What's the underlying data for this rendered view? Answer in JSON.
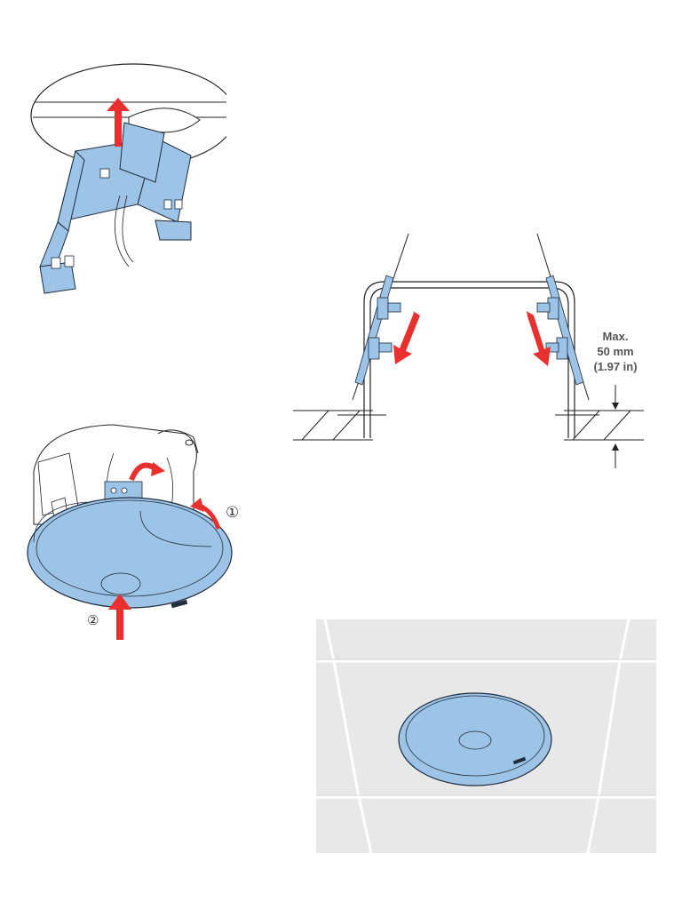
{
  "colors": {
    "bracket_fill": "#9dc3e6",
    "bracket_stroke": "#1f2d3d",
    "arrow_red": "#e8302e",
    "ceiling_tile": "#e8e8e8",
    "tile_line": "#ffffff",
    "dim_text": "#555555"
  },
  "dimension": {
    "line1": "Max.",
    "line2": "50 mm",
    "line3": "(1.97 in)"
  },
  "steps": {
    "step1": "①",
    "step2": "②"
  },
  "icons": [
    "up-arrow-icon",
    "down-right-arrow-icon",
    "down-left-arrow-icon",
    "curved-arrow-icon"
  ]
}
